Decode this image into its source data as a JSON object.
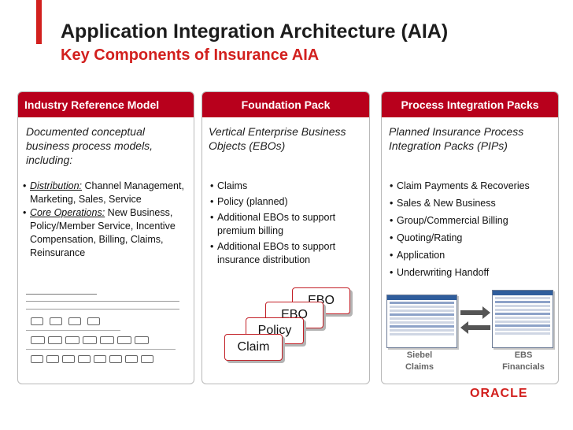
{
  "header": {
    "title": "Application Integration Architecture (AIA)",
    "subtitle": "Key Components of Insurance AIA"
  },
  "panels": {
    "industry": {
      "heading": "Industry Reference Model",
      "intro": "Documented conceptual business process models, including:",
      "bullets": [
        {
          "key": "Distribution:",
          "text": " Channel Management, Marketing, Sales, Service"
        },
        {
          "key": "Core Operations:",
          "text": " New Business, Policy/Member Service, Incentive Compensation, Billing, Claims, Reinsurance"
        }
      ]
    },
    "foundation": {
      "heading": "Foundation Pack",
      "intro": "Vertical Enterprise Business Objects (EBOs)",
      "bullets": [
        "Claims",
        "Policy (planned)",
        "Additional EBOs to support premium billing",
        "Additional EBOs to support insurance distribution"
      ],
      "cards": [
        "EBO",
        "EBO",
        "Policy",
        "Claim"
      ]
    },
    "process": {
      "heading": "Process Integration Packs",
      "intro": "Planned Insurance Process Integration Packs (PIPs)",
      "bullets": [
        "Claim Payments & Recoveries",
        "Sales & New Business",
        "Group/Commercial Billing",
        "Quoting/Rating",
        "Application",
        "Underwriting Handoff"
      ],
      "systems": [
        {
          "name": "Siebel",
          "role": "Claims"
        },
        {
          "name": "EBS",
          "role": "Financials"
        }
      ]
    }
  },
  "footer": {
    "logo": "ORACLE"
  },
  "colors": {
    "accent_red": "#d2201e",
    "panel_header": "#b8001c"
  },
  "icons": [
    "process-diagram-thumbnail",
    "siebel-screenshot",
    "ebs-screenshot",
    "sync-arrows"
  ]
}
